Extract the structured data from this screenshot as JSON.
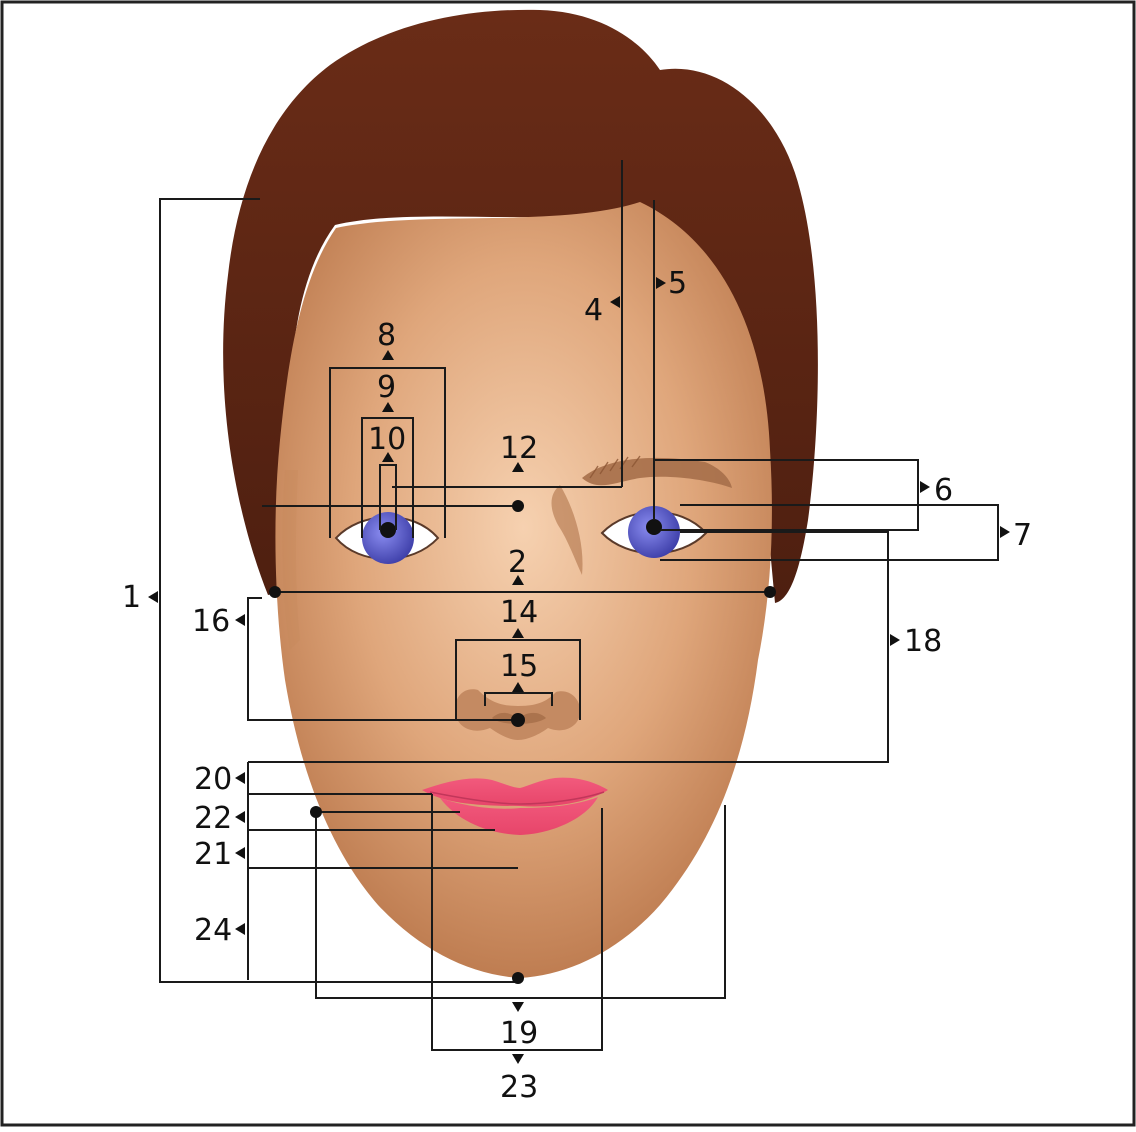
{
  "diagram": {
    "labels": {
      "l1": "1",
      "l2": "2",
      "l4": "4",
      "l5": "5",
      "l6": "6",
      "l7": "7",
      "l8": "8",
      "l9": "9",
      "l10": "10",
      "l12": "12",
      "l14": "14",
      "l15": "15",
      "l16": "16",
      "l18": "18",
      "l19": "19",
      "l20": "20",
      "l21": "21",
      "l22": "22",
      "l23": "23",
      "l24": "24"
    },
    "colors": {
      "hair": "#5a2413",
      "skin": "#d9a47c",
      "iris": "#5a5bc4",
      "lips": "#ee4f73",
      "lines": "#1a1a1a"
    }
  }
}
